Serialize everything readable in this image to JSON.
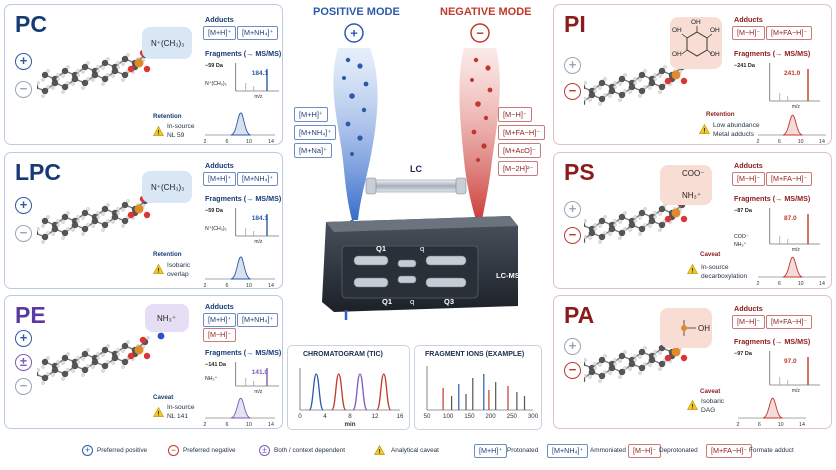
{
  "header": {
    "positive_mode": "POSITIVE MODE",
    "negative_mode": "NEGATIVE MODE",
    "lc_label": "LC",
    "instrument_label": "LC-MS/MS",
    "q1_top": "Q1",
    "q2_top": "q",
    "q1_bottom": "Q1",
    "q_bottom": "q",
    "q3_bottom": "Q3"
  },
  "common": {
    "adducts_label": "Adducts",
    "fragments_label": "Fragments (→ MS/MS)",
    "retention_label": "Retention",
    "caveat_label": "Caveat",
    "mz_label": "m/z",
    "ret_ticks": [
      "2",
      "6",
      "10",
      "14"
    ]
  },
  "cards": {
    "pc": {
      "title": "PC",
      "head_text": "N⁺(CH₃)₃",
      "adducts": [
        "[M+H]⁺",
        "[M+NH₄]⁺"
      ],
      "frag_loss": "−59 Da",
      "frag_struct": "N⁺(CH₃)₃",
      "frag_value": "184.1",
      "note_label": "Retention",
      "note_lines": [
        "In-source",
        "NL 59"
      ]
    },
    "lpc": {
      "title": "LPC",
      "head_text": "N⁺(CH₃)₃",
      "adducts": [
        "[M+H]⁺",
        "[M+NH₄]⁺"
      ],
      "frag_loss": "−59 Da",
      "frag_struct": "N⁺(CH₃)₃",
      "frag_value": "184.1",
      "note_label": "Retention",
      "note_lines": [
        "Isobaric",
        "overlap"
      ]
    },
    "pe": {
      "title": "PE",
      "head_text": "NH₃⁺",
      "adducts": [
        "[M+H]⁺",
        "[M+NH₄]⁺",
        "[M−H]⁻"
      ],
      "frag_loss": "−141 Da",
      "frag_struct": "NH₃⁺",
      "frag_value": "141.0",
      "note_label": "Caveat",
      "note_lines": [
        "In-source",
        "NL 141"
      ]
    },
    "pi": {
      "title": "PI",
      "head_text": "OH",
      "adducts": [
        "[M−H]⁻",
        "[M+FA−H]⁻"
      ],
      "frag_loss": "−241 Da",
      "frag_struct": "",
      "frag_value": "241.0",
      "note_label": "Retention",
      "note_lines": [
        "Low abundance",
        "Metal adducts"
      ]
    },
    "ps": {
      "title": "PS",
      "head_text": "COO⁻",
      "head_text2": "NH₃⁺",
      "adducts": [
        "[M−H]⁻",
        "[M+FA−H]⁻"
      ],
      "frag_loss": "−87 Da",
      "frag_struct": "COO⁻",
      "frag_struct2": "NH₃⁺",
      "frag_value": "87.0",
      "note_label": "Caveat",
      "note_lines": [
        "In-source",
        "decarboxylation"
      ]
    },
    "pa": {
      "title": "PA",
      "head_text": "OH",
      "adducts": [
        "[M−H]⁻",
        "[M+FA−H]⁻"
      ],
      "frag_loss": "−97 Da",
      "frag_struct": "",
      "frag_value": "97.0",
      "note_label": "Caveat",
      "note_lines": [
        "Isobaric",
        "DAG"
      ]
    }
  },
  "positive_ions": [
    "[M+H]⁺",
    "[M+NH₄]⁺",
    "[M+Na]⁺"
  ],
  "negative_ions": [
    "[M−H]⁻",
    "[M+FA−H]⁻",
    "[M+AcO]⁻",
    "[M−2H]²⁻"
  ],
  "chromatogram": {
    "title": "CHROMATOGRAM (TIC)",
    "xlabel": "min",
    "ticks": [
      "0",
      "4",
      "8",
      "12",
      "16"
    ]
  },
  "fragments_panel": {
    "title": "FRAGMENT IONS (EXAMPLE)",
    "ticks": [
      "50",
      "100",
      "150",
      "200",
      "250",
      "300"
    ]
  },
  "legend": {
    "preferred_positive": "Preferred positive",
    "preferred_negative": "Preferred negative",
    "both": "Both / context dependent",
    "analytical_caveat": "Analytical caveat",
    "protonated_chip": "[M+H]⁺",
    "protonated": "Protonated",
    "ammoniated_chip": "[M+NH₄]⁺",
    "ammoniated": "Ammoniated",
    "deprotonated_chip": "[M−H]⁻",
    "deprotonated": "Deprotonated",
    "formate_chip": "[M+FA−H]⁻",
    "formate": "Formate adduct"
  },
  "colors": {
    "positive": "#2d5aa8",
    "negative": "#c0392b",
    "accent_purple": "#7a5cb8"
  }
}
